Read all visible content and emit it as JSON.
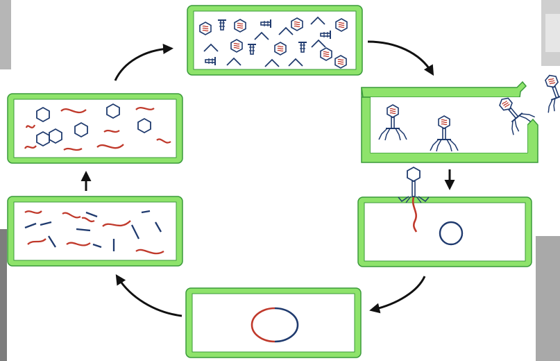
{
  "diagram": {
    "name": "lytic-cycle-of-bacteriophage",
    "text_labels": [],
    "colors": {
      "cell_wall": "#8ee36b",
      "cell_wall_edge": "#3a9a3a",
      "cell_interior": "#ffffff",
      "phage_dna": "#c0392b",
      "phage_protein": "#1f3a6e",
      "host_dna": "#1f3a6e",
      "arrow": "#111111",
      "photo_background": "#9a9a9a"
    },
    "stages": [
      {
        "id": "attachment",
        "order": 1,
        "description_icon": "phage-attaching-icon"
      },
      {
        "id": "dna-circularization",
        "order": 2,
        "description_icon": "dna-circle-icon"
      },
      {
        "id": "dna-replication",
        "order": 3,
        "description_icon": "dna-fragments-icon"
      },
      {
        "id": "protein-synthesis",
        "order": 4,
        "description_icon": "capsid-heads-icon"
      },
      {
        "id": "assembly",
        "order": 5,
        "description_icon": "phage-parts-icon"
      },
      {
        "id": "lysis-release",
        "order": 6,
        "description_icon": "phage-release-icon"
      }
    ]
  }
}
